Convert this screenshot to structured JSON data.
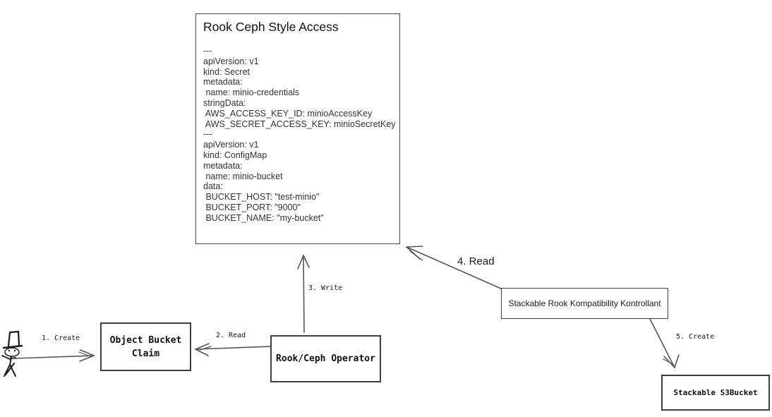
{
  "main_box": {
    "title": "Rook Ceph Style Access",
    "yaml": "---\napiVersion: v1\nkind: Secret\nmetadata:\n name: minio-credentials\nstringData:\n AWS_ACCESS_KEY_ID: minioAccessKey\n AWS_SECRET_ACCESS_KEY: minioSecretKey\n---\napiVersion: v1\nkind: ConfigMap\nmetadata:\n name: minio-bucket\ndata:\n BUCKET_HOST: \"test-minio\"\n BUCKET_PORT: \"9000\"\n BUCKET_NAME: \"my-bucket\""
  },
  "nodes": {
    "object_bucket_claim": {
      "label": "Object Bucket\nClaim"
    },
    "rook_ceph_operator": {
      "label": "Rook/Ceph Operator"
    },
    "stackable_rook_kompatibility_kontrollant": {
      "label": "Stackable Rook Kompatibility Kontrollant"
    },
    "stackable_s3bucket": {
      "label": "Stackable S3Bucket"
    }
  },
  "edges": {
    "e1": {
      "label": "1. Create",
      "from": "user-stick-figure",
      "to": "object_bucket_claim"
    },
    "e2": {
      "label": "2. Read",
      "from": "rook_ceph_operator",
      "to": "object_bucket_claim"
    },
    "e3": {
      "label": "3. Write",
      "from": "rook_ceph_operator",
      "to": "rook_ceph_style_access"
    },
    "e4": {
      "label": "4. Read",
      "from": "stackable_rook_kompatibility_kontrollant",
      "to": "rook_ceph_style_access"
    },
    "e5": {
      "label": "5. Create",
      "from": "stackable_rook_kompatibility_kontrollant",
      "to": "stackable_s3bucket"
    }
  },
  "actor": {
    "name": "user-stick-figure"
  },
  "colors": {
    "background": "#ffffff",
    "line": "#555555",
    "border": "#3f3f3f",
    "text": "#1a1a1a",
    "figure": "#1c1c1c"
  }
}
